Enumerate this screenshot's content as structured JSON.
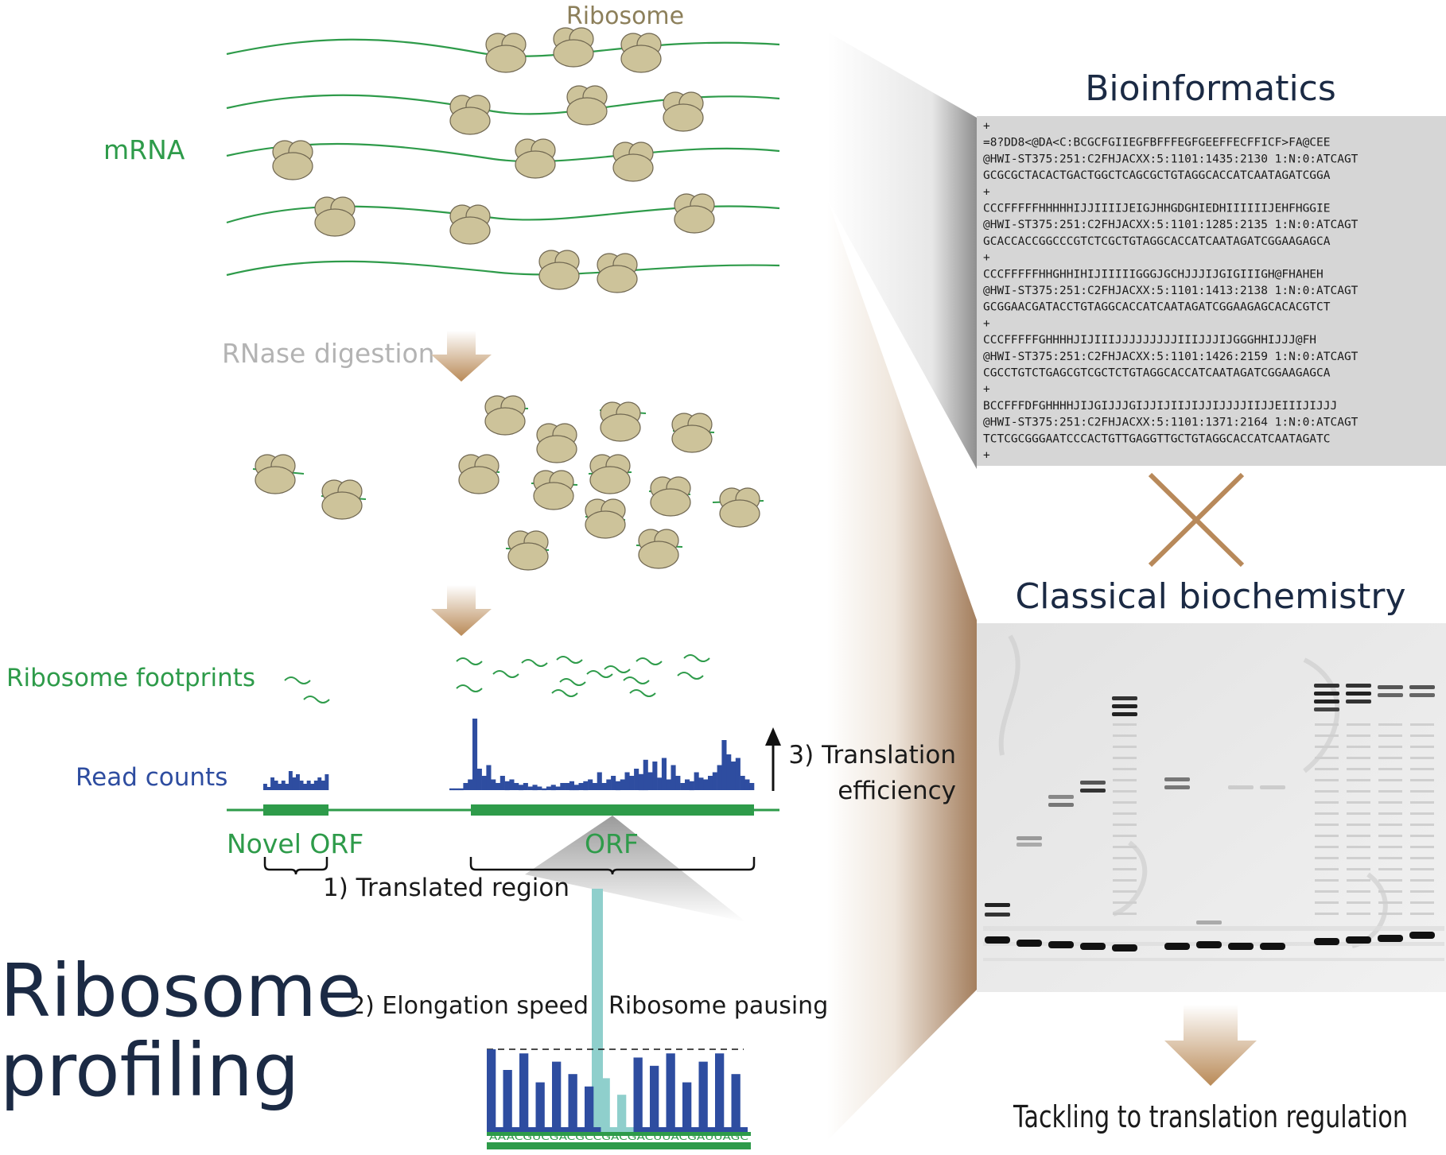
{
  "labels": {
    "ribosome": "Ribosome",
    "mrna": "mRNA",
    "rnase_digestion": "RNase digestion",
    "ribosome_footprints": "Ribosome footprints",
    "read_counts": "Read counts",
    "novel_orf": "Novel ORF",
    "orf": "ORF",
    "translated_region": "1) Translated region",
    "translation_efficiency_1": "3) Translation",
    "translation_efficiency_2": "efficiency",
    "elongation_speed": "2) Elongation speed",
    "ribosome_pausing": "Ribosome pausing",
    "sequence": "AAACGUCGACGCCGACGACUUACGAUUAGC",
    "title_1": "Ribosome",
    "title_2": "profiling",
    "bioinformatics": "Bioinformatics",
    "classical_biochemistry": "Classical biochemistry",
    "conclusion": "Tackling to translation regulation"
  },
  "fastq_lines": [
    "+",
    "=8?DD8<@DA<C:BCGCFGIIEGFBFFFEGFGEEFFECFFICF>FA@CEE",
    "@HWI-ST375:251:C2FHJACXX:5:1101:1435:2130 1:N:0:ATCAGT",
    "GCGCGCTACACTGACTGGCTCAGCGCTGTAGGCACCATCAATAGATCGGA",
    "+",
    "CCCFFFFFHHHHHIJJIIIIJEIGJHHGDGHIEDHIIIIIIJEHFHGGIE",
    "@HWI-ST375:251:C2FHJACXX:5:1101:1285:2135 1:N:0:ATCAGT",
    "GCACCACCGGCCCGTCTCGCTGTAGGCACCATCAATAGATCGGAAGAGCA",
    "+",
    "CCCFFFFFHHGHHIHIJIIIIIGGGJGCHJJJIJGIGIIIGH@FHAHEH",
    "@HWI-ST375:251:C2FHJACXX:5:1101:1413:2138 1:N:0:ATCAGT",
    "GCGGAACGATACCTGTAGGCACCATCAATAGATCGGAAGAGCACACGTCT",
    "+",
    "CCCFFFFFGHHHHJIJIIIJJJJJJJJJIIIJJJIJGGGHHIJJJ@FH",
    "@HWI-ST375:251:C2FHJACXX:5:1101:1426:2159 1:N:0:ATCAGT",
    "CGCCTGTCTGAGCGTCGCTCTGTAGGCACCATCAATAGATCGGAAGAGCA",
    "+",
    "BCCFFFDFGHHHHJIJGIJJJGIJJIJIIJIJJIJJJJIIJJEIIIJIJJJ",
    "@HWI-ST375:251:C2FHJACXX:5:1101:1371:2164 1:N:0:ATCAGT",
    "TCTCGCGGGAATCCCACTGTTGAGGTTGCTGTAGGCACCATCAATAGATC",
    "+"
  ],
  "read_counts_novel_orf": [
    0.2,
    0.1,
    0.4,
    0.3,
    0.2,
    0.3,
    0.2,
    0.6,
    0.4,
    0.5,
    0.3,
    0.2,
    0.3,
    0.2,
    0.3,
    0.4,
    0.3,
    0.5
  ],
  "read_counts_orf": [
    0.05,
    0.05,
    0.05,
    0.2,
    0.3,
    2.0,
    0.6,
    0.4,
    0.7,
    0.3,
    0.2,
    0.4,
    0.25,
    0.3,
    0.2,
    0.15,
    0.2,
    0.1,
    0.15,
    0.1,
    0.05,
    0.1,
    0.15,
    0.1,
    0.2,
    0.2,
    0.25,
    0.15,
    0.2,
    0.25,
    0.3,
    0.2,
    0.5,
    0.2,
    0.3,
    0.4,
    0.25,
    0.3,
    0.5,
    0.4,
    0.6,
    0.45,
    0.85,
    0.5,
    0.8,
    0.35,
    0.9,
    0.3,
    0.7,
    0.4,
    0.2,
    0.3,
    0.25,
    0.5,
    0.35,
    0.3,
    0.4,
    0.5,
    0.7,
    1.4,
    1.0,
    0.8,
    0.9,
    0.4,
    0.3,
    0.2
  ],
  "pausing_bars": [
    1.0,
    0.75,
    0.95,
    0.6,
    0.85,
    0.7,
    0.55,
    0.65,
    0.45,
    0.9,
    0.8,
    0.95,
    0.6,
    0.85,
    0.95,
    0.7
  ],
  "colors": {
    "green": "#2e9b4a",
    "blue": "#2e4da0",
    "ribosome": "#cdc39a",
    "ribosome_label": "#8c7f5a",
    "arrow": "#b8895a",
    "navy": "#1b2a44",
    "teal": "#8fcfcc",
    "gray_text": "#b3b3b3"
  }
}
